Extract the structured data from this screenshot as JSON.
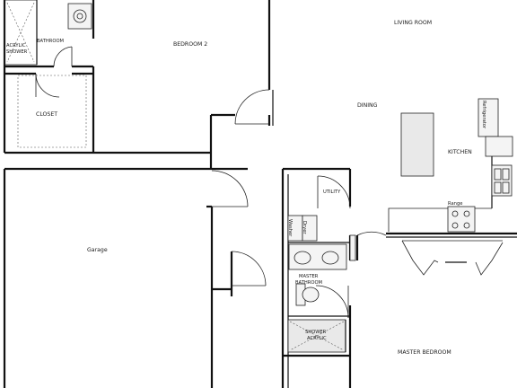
{
  "labels": {
    "acrylic_shower_top": "ACRYLIC\nSHOWER",
    "bathroom": "BATHROOM",
    "bedroom_2": "BEDROOM 2",
    "living_room": "LIVING ROOM",
    "closet": "CLOSET",
    "dining": "DINING",
    "kitchen": "KITCHEN",
    "refrigerator": "Refrigerator",
    "utility": "UTILITY",
    "range": "Range",
    "garage": "Garage",
    "dryer": "Dryer",
    "washer": "Washer",
    "master_bathroom": "MASTER\nBATHROOM",
    "shower_acrylic": "SHOWER\nACRYLIC",
    "master_bedroom": "MASTER BEDROOM"
  }
}
